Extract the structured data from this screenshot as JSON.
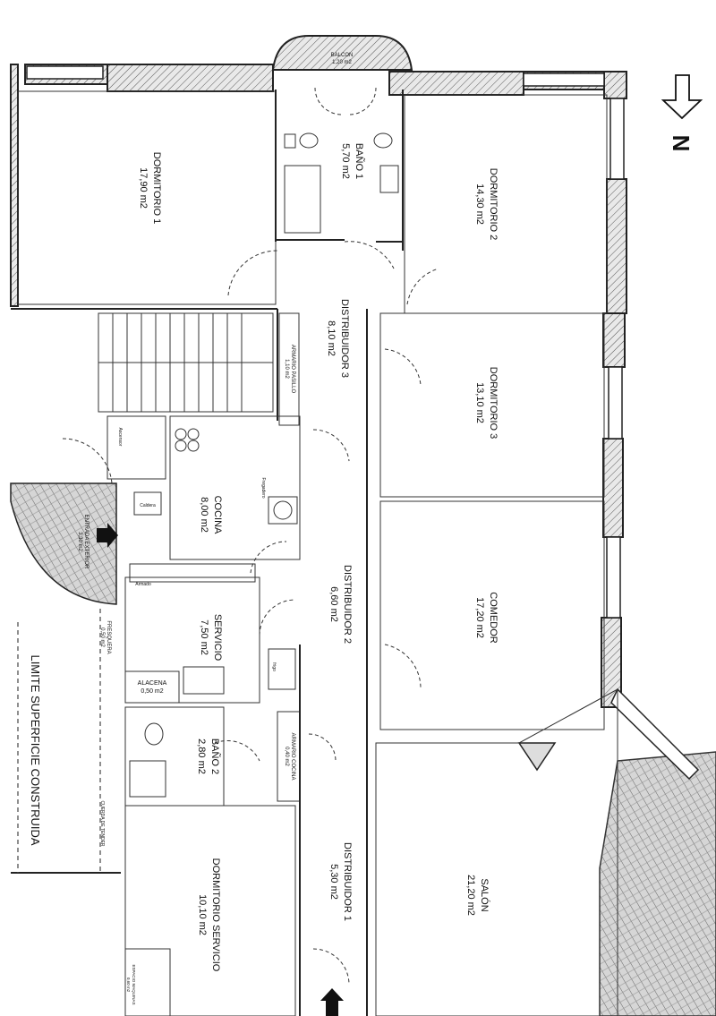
{
  "north": {
    "letter": "N",
    "arrow_icon": "south-pointing-arrow"
  },
  "boundary_label": "LIMITE SUPERFICIE CONSTRUIDA",
  "rooms": {
    "balcon": {
      "name": "BALCON",
      "area": "1,20 m2"
    },
    "dormitorio1": {
      "name": "DORMITORIO 1",
      "area": "17,90 m2"
    },
    "bano1": {
      "name": "BAÑO 1",
      "area": "5,70 m2"
    },
    "dormitorio2": {
      "name": "DORMITORIO 2",
      "area": "14,30 m2"
    },
    "distribuidor3": {
      "name": "DISTRIBUIDOR 3",
      "area": "8,10 m2"
    },
    "armario_pasillo": {
      "name": "ARMARIO PASILLO",
      "area": "1,10 m2"
    },
    "dormitorio3": {
      "name": "DORMITORIO 3",
      "area": "13,10 m2"
    },
    "cocina": {
      "name": "COCINA",
      "area": "8,00 m2"
    },
    "entrada_exterior": {
      "name": "ENTRADA EXTERIOR",
      "area": "3,30 m2"
    },
    "distribuidor2": {
      "name": "DISTRIBUIDOR 2",
      "area": "6,60 m2"
    },
    "comedor": {
      "name": "COMEDOR",
      "area": "17,20 m2"
    },
    "servicio": {
      "name": "SERVICIO",
      "area": "7,50 m2"
    },
    "fresquera": {
      "name": "FRESQUERA",
      "area": "0,50 m2"
    },
    "alacena": {
      "name": "ALACENA",
      "area": "0,50 m2"
    },
    "bano2": {
      "name": "BAÑO 2",
      "area": "2,80 m2"
    },
    "armario_cocina": {
      "name": "ARMARIO COCINA",
      "area": "0,40 m2"
    },
    "dormitorio_servicio": {
      "name": "DORMITORIO SERVICIO",
      "area": "10,10 m2"
    },
    "distribuidor1": {
      "name": "DISTRIBUIDOR 1",
      "area": "5,30 m2"
    },
    "salon": {
      "name": "SALÓN",
      "area": "21,20 m2"
    },
    "espacio_maquinas": {
      "name": "ESPACIO MAQUINAS",
      "area": "0,60 m2"
    }
  },
  "fixtures": {
    "ascensor": "Ascensor",
    "caldera": "Caldera",
    "armado": "Armado",
    "fregadero": "Fregadero",
    "frigo": "frigo",
    "cuerda_tender": "CUERDA DE TENDER"
  },
  "entry_arrows": [
    "entry-arrow-distribuidor-1",
    "entry-arrow-kitchen"
  ]
}
